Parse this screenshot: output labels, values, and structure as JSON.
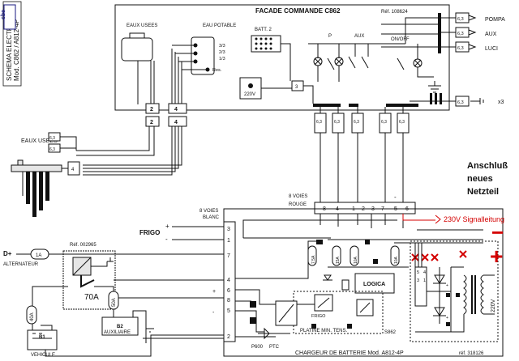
{
  "vertical_title": {
    "line1": "SCHEMA ELECTRIQUE",
    "line2": "Mod. C862 / A812-4P"
  },
  "facade": {
    "title": "FACADE COMMANDE C862",
    "ref": "Réf. 108624",
    "eaux_usees": "EAUX USEES",
    "eau_potable": "EAU POTABLE",
    "levels": [
      "3/3",
      "2/3",
      "1/3",
      "Res."
    ],
    "batt2": "BATT. 2",
    "v220": "220V",
    "p": "P",
    "aux": "AUX",
    "onoff": "ON/OFF",
    "conn3": "3",
    "conn2a": "2",
    "conn2b": "2",
    "conn4a": "4",
    "conn4b": "4"
  },
  "outputs": {
    "pompa": "POMPA",
    "aux": "AUX",
    "luci": "LUCI",
    "x3": "x3",
    "fuse": "6,3"
  },
  "left": {
    "eaux_usees": "EAUX USEES",
    "conn4": "4",
    "fuse": "6,3",
    "frigo": "FRIGO",
    "plus": "+",
    "minus": "-",
    "dplus": "D+",
    "alternateur": "ALTERNATEUR",
    "fuse_1a": "1A",
    "ref_relay": "Réf. 002965",
    "relay_70a": "70A",
    "fuse_40a": "40A",
    "fuse_50a": "50A",
    "b1": "B1",
    "vehicule": "VEHICULE",
    "b2": "B2",
    "auxiliaire": "AUXILIAIRE"
  },
  "charger": {
    "voies_blanc": "8 VOIES BLANC",
    "voies_rouge": "8 VOIES ROUGE",
    "rouge_pins": [
      "8",
      "4",
      "1",
      "2",
      "3",
      "7",
      "5",
      "6"
    ],
    "blanc_pins": [
      "3",
      "1",
      "7",
      "4",
      "6",
      "8",
      "5",
      "2"
    ],
    "title": "CHARGEUR DE BATTERIE Mod. A812-4P",
    "logica": "LOGICA",
    "frigo": "FRIGO",
    "platine": "PLATINE MIN. TENS.",
    "s862": "S862",
    "p600": "P600",
    "ptc": "PTC",
    "ref": "réf. 318126",
    "v220": "220V",
    "fuse_75": "7,5A",
    "fuse_15": "15A",
    "fuse_10": "10A",
    "mini_pins": [
      "5",
      "4",
      "3",
      "1"
    ]
  },
  "annotations": {
    "anschluss_1": "Anschluß",
    "anschluss_2": "neues",
    "anschluss_3": "Netzteil",
    "signal": "230V Signalleitung",
    "minus": "−",
    "plus": "+"
  },
  "colors": {
    "annotation_red": "#d40000",
    "line": "#111111",
    "title_blue": "#1a1a80"
  }
}
